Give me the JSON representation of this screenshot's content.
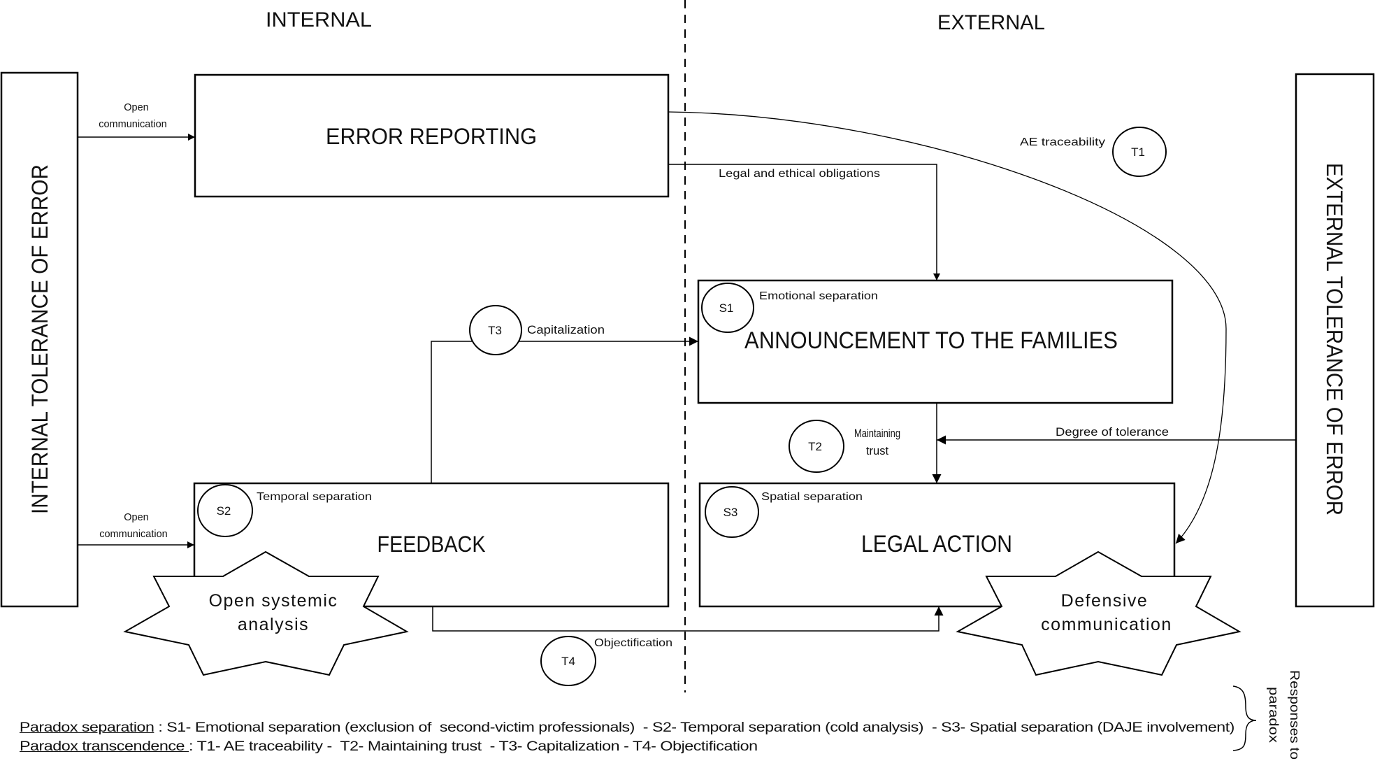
{
  "headers": {
    "internal": "INTERNAL",
    "external": "EXTERNAL"
  },
  "side_boxes": {
    "internal_tolerance": "INTERNAL TOLERANCE OF ERROR",
    "external_tolerance": "EXTERNAL TOLERANCE OF ERROR"
  },
  "boxes": {
    "error_reporting": "ERROR REPORTING",
    "feedback": "FEEDBACK",
    "announcement": "ANNOUNCEMENT TO THE FAMILIES",
    "legal_action": "LEGAL ACTION"
  },
  "stars": {
    "open_systemic_line1": "Open systemic",
    "open_systemic_line2": "analysis",
    "defensive_line1": "Defensive",
    "defensive_line2": "communication"
  },
  "markers": {
    "s1": {
      "id": "S1",
      "label": "Emotional separation"
    },
    "s2": {
      "id": "S2",
      "label": "Temporal separation"
    },
    "s3": {
      "id": "S3",
      "label": "Spatial separation"
    },
    "t1": {
      "id": "T1",
      "label": "AE traceability"
    },
    "t2": {
      "id": "T2",
      "label_line1": "Maintaining",
      "label_line2": "trust"
    },
    "t3": {
      "id": "T3",
      "label": "Capitalization"
    },
    "t4": {
      "id": "T4",
      "label": "Objectification"
    }
  },
  "arrows": {
    "open_comm_top_line1": "Open",
    "open_comm_top_line2": "communication",
    "open_comm_bottom_line1": "Open",
    "open_comm_bottom_line2": "communication",
    "legal_ethical": "Legal and ethical obligations",
    "degree_tolerance": "Degree of tolerance"
  },
  "legend": {
    "separation_head": "Paradox separation",
    "separation_text": " : S1- Emotional separation (exclusion of  second-victim professionals)  - S2- Temporal separation (cold analysis)  - S3- Spatial separation (DAJE involvement)",
    "transcendence_head": "Paradox transcendence ",
    "transcendence_text": ": T1- AE traceability -  T2- Maintaining trust  - T3- Capitalization - T4- Objectification",
    "brace_label_line1": "Responses to",
    "brace_label_line2": "paradox"
  }
}
